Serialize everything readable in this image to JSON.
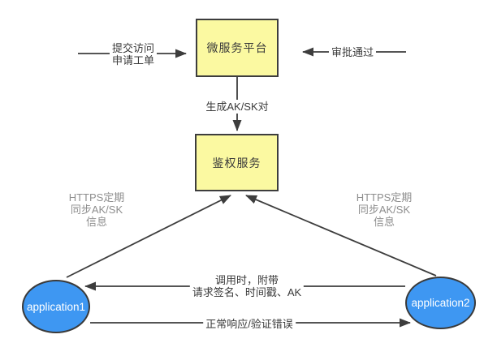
{
  "nodes": {
    "platform": {
      "label": "微服务平台"
    },
    "auth": {
      "label": "鉴权服务"
    },
    "app1": {
      "label": "application1"
    },
    "app2": {
      "label": "application2"
    }
  },
  "edges": {
    "submit": {
      "label": "提交访问\n申请工单"
    },
    "approve": {
      "label": "审批通过"
    },
    "generate": {
      "label": "生成AK/SK对"
    },
    "sync_left": {
      "label": "HTTPS定期\n同步AK/SK\n信息"
    },
    "sync_right": {
      "label": "HTTPS定期\n同步AK/SK\n信息"
    },
    "call": {
      "label": "调用时，附带\n请求签名、时间戳、AK"
    },
    "response": {
      "label": "正常响应/验证错误"
    }
  },
  "colors": {
    "node_yellow": "#FBF9A1",
    "node_blue": "#3E97F2",
    "stroke_dark": "#3D3D3D",
    "label_text": "#3A3A3A",
    "sync_label_gray": "#8E8E8E",
    "canvas_bg": "#FFFFFF"
  }
}
